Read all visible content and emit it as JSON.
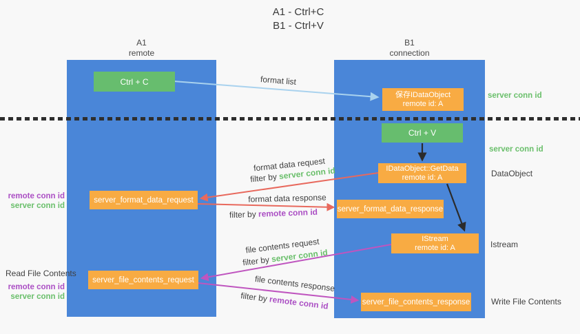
{
  "title": {
    "line1": "A1 - Ctrl+C",
    "line2": "B1 - Ctrl+V"
  },
  "lanes": {
    "left": {
      "name": "A1",
      "role": "remote"
    },
    "right": {
      "name": "B1",
      "role": "connection"
    }
  },
  "nodes": {
    "ctrl_c": "Ctrl + C",
    "ctrl_v": "Ctrl + V",
    "save_idataobject_line1": "保存IDataObject",
    "save_idataobject_line2": "remote id: A",
    "getdata_line1": "IDataObject::GetData",
    "getdata_line2": "remote id: A",
    "istream_line1": "IStream",
    "istream_line2": "remote id: A",
    "server_format_data_request": "server_format_data_request",
    "server_format_data_response": "server_format_data_response",
    "server_file_contents_request": "server_file_contents_request",
    "server_file_contents_response": "server_file_contents_response"
  },
  "edge_labels": {
    "format_list": "format list",
    "format_data_request": "format data request",
    "format_data_response": "format data response",
    "file_contents_request": "file contents request",
    "file_contents_response": "file contents response",
    "filter_by": "filter by",
    "server_conn_id": "server conn id",
    "remote_conn_id": "remote conn id"
  },
  "side_labels": {
    "server_conn_id_top": "server conn id",
    "server_conn_id_mid": "server conn id",
    "dataobject": "DataObject",
    "istream": "Istream",
    "read_file_contents": "Read File Contents",
    "write_file_contents": "Write File Contents",
    "remote_conn_id": "remote conn id",
    "server_conn_id": "server conn id"
  },
  "colors": {
    "lane_blue": "#4a86d8",
    "node_green": "#67bd6e",
    "node_orange": "#f8ab43",
    "arrow_lightblue": "#a9d2ee",
    "arrow_red": "#e8695d",
    "arrow_magenta": "#bf55bf",
    "arrow_black": "#2b2b2b",
    "label_green": "#6abf6b",
    "label_purple": "#ab4fc4",
    "text_dark": "#3f3f3f",
    "background": "#f8f8f8"
  }
}
